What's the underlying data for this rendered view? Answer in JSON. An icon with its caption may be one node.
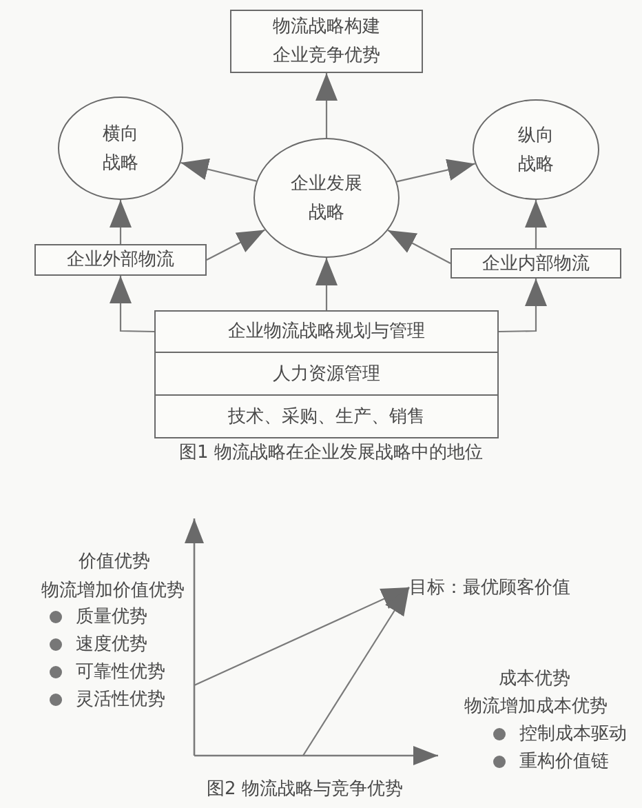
{
  "diagram": {
    "nodes": [
      {
        "text": [
          "物流战略构建企业竞争优势"
        ]
      },
      {
        "text": [
          "横向战略"
        ]
      },
      {
        "text": [
          "企业发展战略"
        ]
      },
      {
        "text": [
          "纵向战略"
        ]
      },
      {
        "text": [
          "企业外部物流"
        ]
      },
      {
        "text": [
          "企业内部物流"
        ]
      },
      {
        "text": [
          "企业物流战略规划与管理"
        ]
      },
      {
        "text": [
          "人力资源管理"
        ]
      },
      {
        "text": [
          "技术、采购、生产、销售"
        ]
      },
      {
        "text": [
          "目标：最优顾客价值"
        ]
      }
    ],
    "edges": [
      {
        "from": 2,
        "to": 0,
        "arrow": "to"
      },
      {
        "from": 2,
        "to": 1,
        "arrow": "to"
      },
      {
        "from": 2,
        "to": 3,
        "arrow": "to"
      },
      {
        "from": 4,
        "to": 1,
        "arrow": "to"
      },
      {
        "from": 4,
        "to": 2,
        "arrow": "to"
      },
      {
        "from": 5,
        "to": 3,
        "arrow": "to"
      },
      {
        "from": 5,
        "to": 2,
        "arrow": "to"
      },
      {
        "from": 6,
        "to": 2,
        "arrow": "to"
      },
      {
        "from": 6,
        "to": 4,
        "arrow": "to"
      },
      {
        "from": 6,
        "to": 5,
        "arrow": "to"
      },
      {
        "from": null,
        "to": 9,
        "arrow": "to"
      },
      {
        "from": null,
        "to": 9,
        "arrow": "to"
      }
    ],
    "labels": [
      "图1 物流战略在企业发展战略中的地位",
      "价值优势",
      "物流增加价值优势",
      "质量优势",
      "速度优势",
      "可靠性优势",
      "灵活性优势",
      "成本优势",
      "物流增加成本优势",
      "控制成本驱动",
      "重构价值链",
      "图2 物流战略与竞争优势"
    ]
  }
}
